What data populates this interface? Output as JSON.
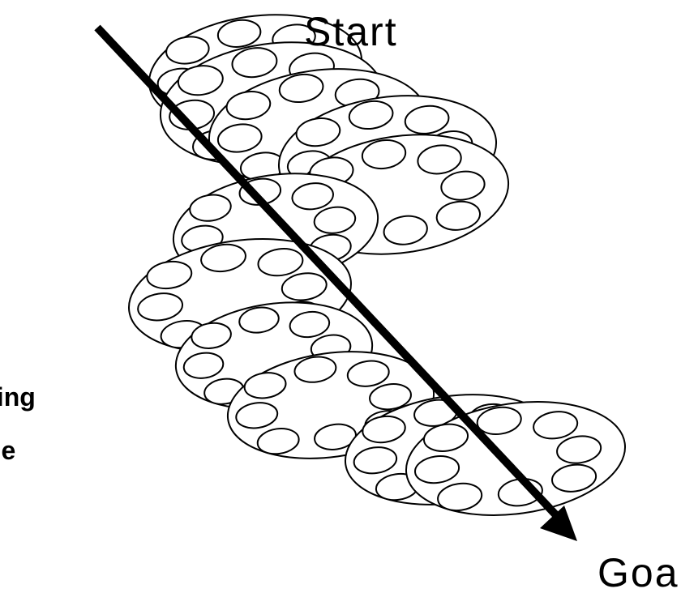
{
  "labels": {
    "start": "Start",
    "goal": "Goal",
    "fragment_line1": "king",
    "fragment_line2": "ne"
  },
  "colors": {
    "ink": "#000000",
    "fill": "#ffffff"
  },
  "diagram": {
    "plate_count": 12,
    "wells_per_plate": 8,
    "arrow": {
      "from": "start",
      "to": "goal",
      "icon": "bold-arrow-down-right"
    }
  }
}
